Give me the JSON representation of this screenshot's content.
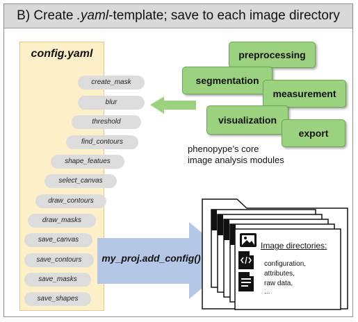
{
  "header": {
    "prefix": "B) Create ",
    "emphasis": ".yaml",
    "suffix": "-template; save to each image directory"
  },
  "config": {
    "title": "config.yaml",
    "steps": [
      "create_mask",
      "blur",
      "threshold",
      "find_contours",
      "shape_featues",
      "select_canvas",
      "draw_contours",
      "draw_masks",
      "save_canvas",
      "save_contours",
      "save_masks",
      "save_shapes"
    ]
  },
  "modules": {
    "preprocessing": "preprocessing",
    "segmentation": "segmentation",
    "measurement": "measurement",
    "visualization": "visualization",
    "export": "export"
  },
  "caption": {
    "line1": "phenopype’s core",
    "line2": "image analysis modules"
  },
  "arrow": {
    "label": "my_proj.add_config()"
  },
  "directories": {
    "title": "Image directories:",
    "items": [
      "configuration,",
      "attributes,",
      "raw data,",
      "..."
    ]
  },
  "colors": {
    "module_fill": "#9cd27f",
    "config_fill": "#fdf0c9",
    "big_arrow": "#b5c7e7",
    "small_arrow": "#9cd27f"
  }
}
